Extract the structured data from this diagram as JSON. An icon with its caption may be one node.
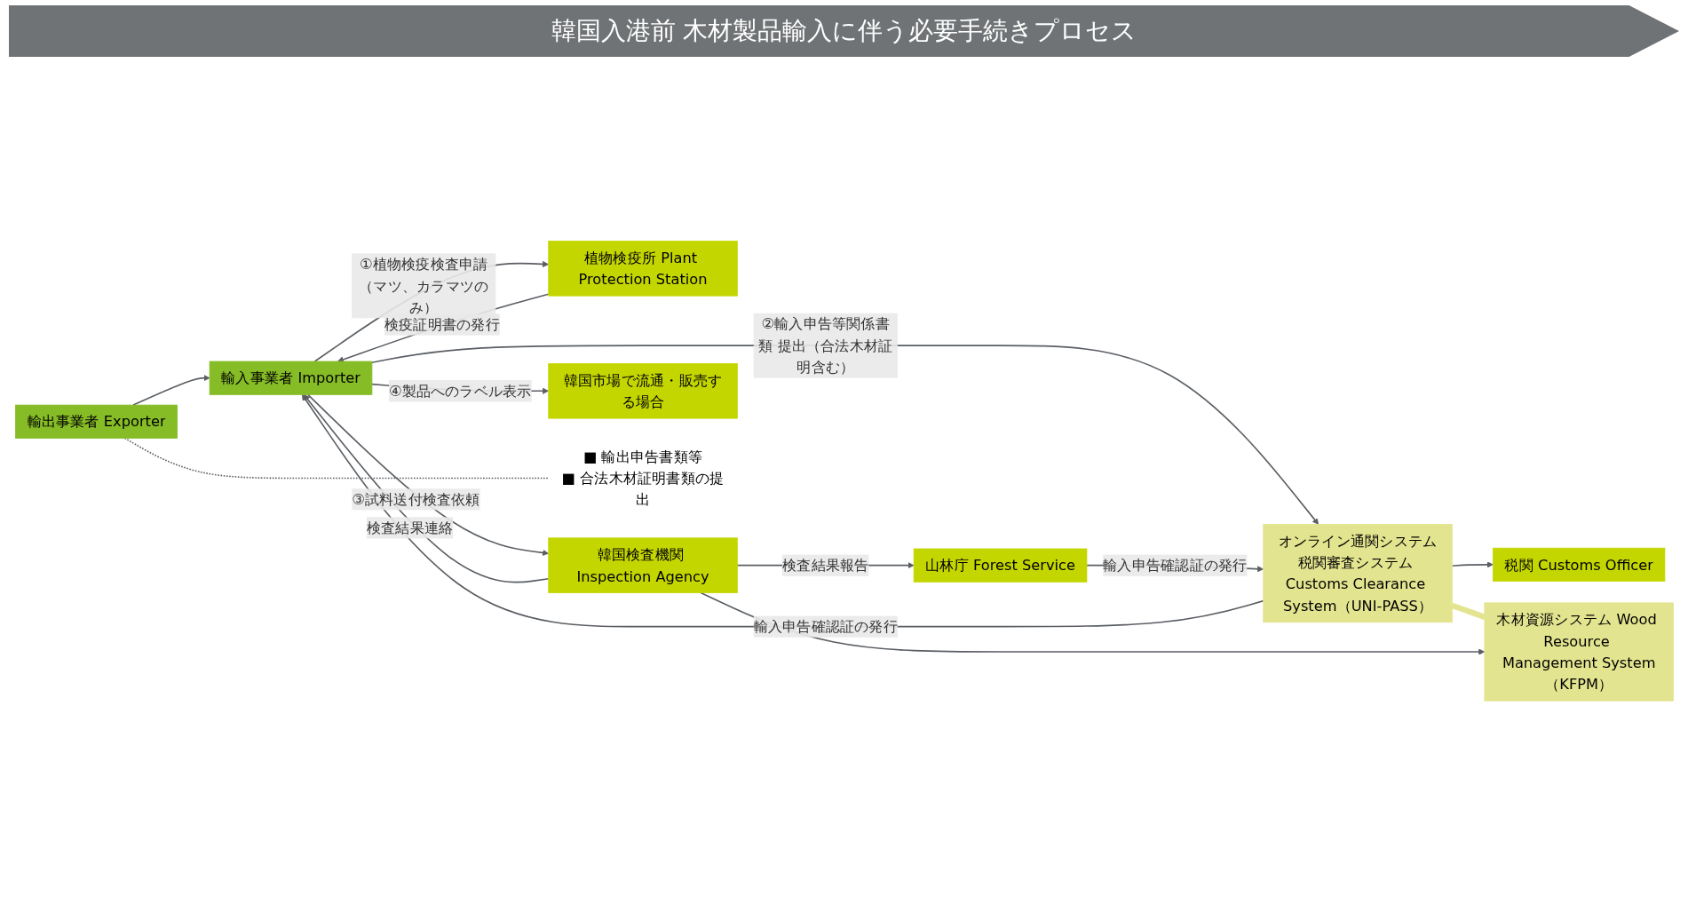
{
  "diagram": {
    "title": "韓国入港前 木材製品輸入に伴う必要手続きプロセス",
    "nodes": [
      {
        "text": [
          "輸出事業者 Exporter"
        ]
      },
      {
        "text": [
          "輸入事業者 Importer"
        ]
      },
      {
        "text": [
          "植物検疫所 Plant Protection Station"
        ]
      },
      {
        "text": [
          "オンライン通関システム税関審査システム Customs Clearance System（UNI-PASS）"
        ]
      },
      {
        "text": [
          "税関 Customs Officer"
        ]
      },
      {
        "text": [
          "山林庁 Forest Service"
        ]
      },
      {
        "text": [
          "木材資源システム Wood Resource Management System（KFPM）"
        ]
      },
      {
        "text": [
          "韓国検査機関 Inspection Agency"
        ]
      },
      {
        "text": [
          "韓国市場で流通・販売する場合"
        ]
      },
      {
        "text": [
          "■ 輸出申告書類等",
          "■ 合法木材証明書類の提出"
        ]
      }
    ],
    "edges": [
      {
        "from": 0,
        "to": 1,
        "arrow": "to"
      },
      {
        "from": 1,
        "to": 2,
        "arrow": "to",
        "label": "①植物検疫検査申請（マツ、カラマツのみ）"
      },
      {
        "from": 2,
        "to": 1,
        "arrow": "to",
        "label": "検疫証明書の発行"
      },
      {
        "from": 1,
        "to": 3,
        "arrow": "to",
        "label": "②輸入申告等関係書類 提出（合法木材証明含む）"
      },
      {
        "from": 3,
        "to": 1,
        "arrow": "to",
        "label": "輸入申告確認証の発行"
      },
      {
        "from": 3,
        "to": 4,
        "arrow": "to"
      },
      {
        "from": 5,
        "to": 3,
        "arrow": "to",
        "label": "輸入申告確認証の発行"
      },
      {
        "from": 3,
        "to": 6,
        "arrow": "none",
        "style": "thick",
        "color": "#e3e48f"
      },
      {
        "from": 7,
        "to": 6,
        "arrow": "to"
      },
      {
        "from": 7,
        "to": 5,
        "arrow": "to",
        "label": "検査結果報告"
      },
      {
        "from": 1,
        "to": 7,
        "arrow": "to",
        "label": "③試料送付検査依頼"
      },
      {
        "from": 7,
        "to": 1,
        "arrow": "to",
        "label": "検査結果連絡"
      },
      {
        "from": 1,
        "to": 8,
        "arrow": "to",
        "label": "④製品へのラベル表示"
      },
      {
        "from": 0,
        "to": 9,
        "arrow": "none",
        "style": "dashed"
      }
    ]
  }
}
